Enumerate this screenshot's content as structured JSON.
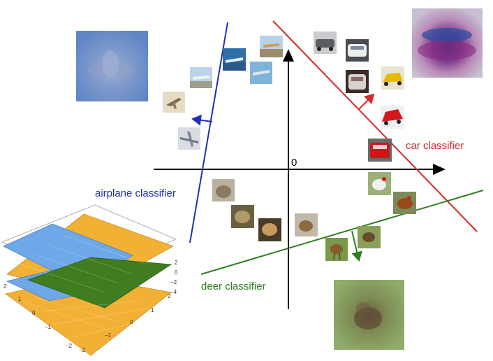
{
  "origin_label": "0",
  "classifiers": {
    "airplane": {
      "label": "airplane classifier",
      "color": "#1f2fb5"
    },
    "car": {
      "label": "car classifier",
      "color": "#d42a2a"
    },
    "deer": {
      "label": "deer classifier",
      "color": "#2e7d20"
    }
  },
  "surface_plot": {
    "ticks_front": [
      "2",
      "1",
      "0",
      "−1",
      "−2"
    ],
    "ticks_right": [
      "−2",
      "−1",
      "0",
      "1",
      "2"
    ],
    "ticks_z": [
      "2",
      "0",
      "−2",
      "−4"
    ],
    "colors": {
      "orange": "#f2b134",
      "blue": "#6fa8e8",
      "green": "#3f7d20"
    }
  }
}
